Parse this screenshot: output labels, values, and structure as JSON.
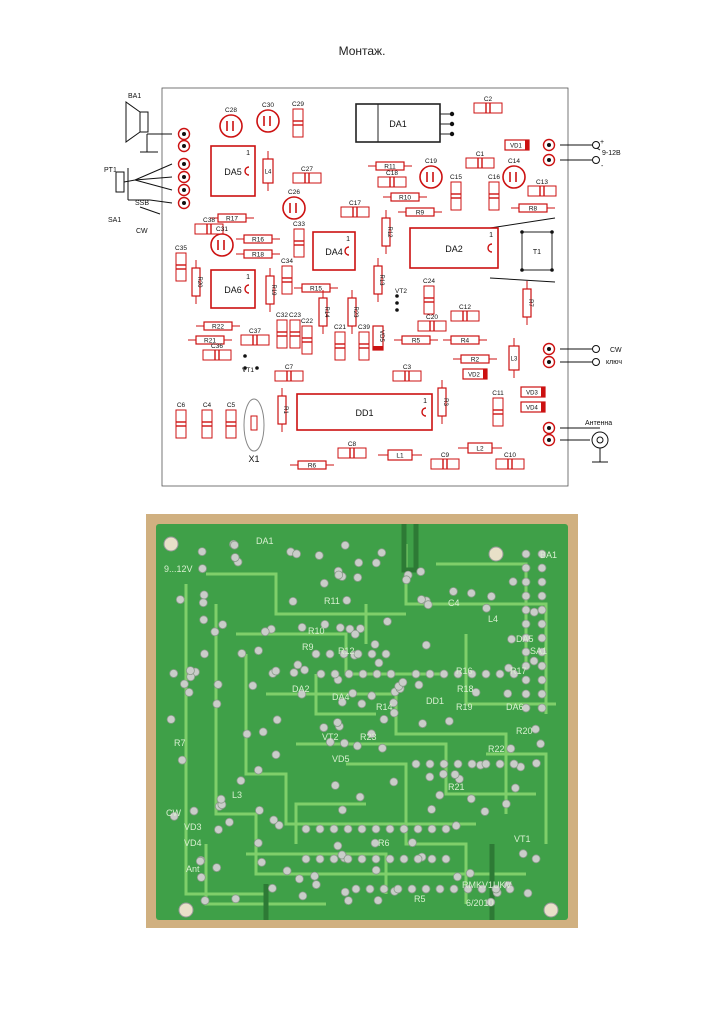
{
  "title": "Монтаж.",
  "layout": {
    "components": [
      {
        "ref": "R11",
        "type": "resistor"
      },
      {
        "ref": "R10",
        "type": "resistor"
      },
      {
        "ref": "R9",
        "type": "resistor"
      },
      {
        "ref": "R8",
        "type": "resistor"
      },
      {
        "ref": "R17",
        "type": "resistor"
      },
      {
        "ref": "R16",
        "type": "resistor"
      },
      {
        "ref": "R18",
        "type": "resistor"
      },
      {
        "ref": "R15",
        "type": "resistor"
      },
      {
        "ref": "R22",
        "type": "resistor"
      },
      {
        "ref": "R21",
        "type": "resistor"
      },
      {
        "ref": "R5",
        "type": "resistor"
      },
      {
        "ref": "R4",
        "type": "resistor"
      },
      {
        "ref": "R2",
        "type": "resistor"
      },
      {
        "ref": "R6",
        "type": "resistor"
      },
      {
        "ref": "R12",
        "type": "resistor"
      },
      {
        "ref": "R13",
        "type": "resistor"
      },
      {
        "ref": "R14",
        "type": "resistor"
      },
      {
        "ref": "R23",
        "type": "resistor"
      },
      {
        "ref": "R7",
        "type": "resistor"
      },
      {
        "ref": "R1",
        "type": "resistor"
      },
      {
        "ref": "R3",
        "type": "resistor"
      },
      {
        "ref": "R19",
        "type": "resistor"
      },
      {
        "ref": "R20",
        "type": "resistor"
      },
      {
        "ref": "C2",
        "type": "capacitor"
      },
      {
        "ref": "C1",
        "type": "capacitor"
      },
      {
        "ref": "C13",
        "type": "capacitor"
      },
      {
        "ref": "C16",
        "type": "capacitor"
      },
      {
        "ref": "C15",
        "type": "capacitor"
      },
      {
        "ref": "C27",
        "type": "capacitor"
      },
      {
        "ref": "C17",
        "type": "capacitor"
      },
      {
        "ref": "C29",
        "type": "capacitor"
      },
      {
        "ref": "C38",
        "type": "capacitor"
      },
      {
        "ref": "C33",
        "type": "capacitor"
      },
      {
        "ref": "C35",
        "type": "capacitor"
      },
      {
        "ref": "C34",
        "type": "capacitor"
      },
      {
        "ref": "C24",
        "type": "capacitor"
      },
      {
        "ref": "C12",
        "type": "capacitor"
      },
      {
        "ref": "C37",
        "type": "capacitor"
      },
      {
        "ref": "C32",
        "type": "capacitor"
      },
      {
        "ref": "C22",
        "type": "capacitor"
      },
      {
        "ref": "C23",
        "type": "capacitor"
      },
      {
        "ref": "C21",
        "type": "capacitor"
      },
      {
        "ref": "C39",
        "type": "capacitor"
      },
      {
        "ref": "C20",
        "type": "capacitor"
      },
      {
        "ref": "C36",
        "type": "capacitor"
      },
      {
        "ref": "C7",
        "type": "capacitor"
      },
      {
        "ref": "C3",
        "type": "capacitor"
      },
      {
        "ref": "C6",
        "type": "capacitor"
      },
      {
        "ref": "C4",
        "type": "capacitor"
      },
      {
        "ref": "C5",
        "type": "capacitor"
      },
      {
        "ref": "C11",
        "type": "capacitor"
      },
      {
        "ref": "C8",
        "type": "capacitor"
      },
      {
        "ref": "C9",
        "type": "capacitor"
      },
      {
        "ref": "C10",
        "type": "capacitor"
      },
      {
        "ref": "C18",
        "type": "capacitor"
      },
      {
        "ref": "C28",
        "type": "electrolytic"
      },
      {
        "ref": "C30",
        "type": "electrolytic"
      },
      {
        "ref": "C19",
        "type": "electrolytic"
      },
      {
        "ref": "C14",
        "type": "electrolytic"
      },
      {
        "ref": "C26",
        "type": "electrolytic"
      },
      {
        "ref": "C31",
        "type": "electrolytic"
      },
      {
        "ref": "DA1",
        "type": "ic"
      },
      {
        "ref": "DA5",
        "type": "ic"
      },
      {
        "ref": "DA4",
        "type": "ic"
      },
      {
        "ref": "DA2",
        "type": "ic"
      },
      {
        "ref": "DA6",
        "type": "ic"
      },
      {
        "ref": "DD1",
        "type": "ic"
      },
      {
        "ref": "VD1",
        "type": "diode"
      },
      {
        "ref": "VD2",
        "type": "diode"
      },
      {
        "ref": "VD3",
        "type": "diode"
      },
      {
        "ref": "VD4",
        "type": "diode"
      },
      {
        "ref": "VD5",
        "type": "diode"
      },
      {
        "ref": "L1",
        "type": "inductor"
      },
      {
        "ref": "L2",
        "type": "inductor"
      },
      {
        "ref": "L3",
        "type": "inductor"
      },
      {
        "ref": "L4",
        "type": "inductor"
      },
      {
        "ref": "T1",
        "type": "transformer"
      },
      {
        "ref": "X1",
        "type": "crystal"
      },
      {
        "ref": "VT1",
        "type": "transistor"
      },
      {
        "ref": "VT2",
        "type": "transistor"
      }
    ],
    "connectors": {
      "BA1": "BA1",
      "PT1": "PT1",
      "SA1": "SA1",
      "SSB": "SSB",
      "CW": "CW",
      "power": "9-12В",
      "power_plus": "+",
      "power_minus": "-",
      "cw_key_1": "CW",
      "cw_key_2": "ключ",
      "antenna": "Антенна"
    },
    "pin1": "1"
  },
  "photo": {
    "labels": [
      "DA1",
      "9...12V",
      "R11",
      "R10",
      "R9",
      "R12",
      "DA2",
      "R7",
      "L3",
      "CW",
      "VD3",
      "VD4",
      "Ant",
      "R5",
      "VD5",
      "VT2",
      "R23",
      "R14",
      "DA4",
      "DD1",
      "R6",
      "R16",
      "R18",
      "R19",
      "DA6",
      "R20",
      "R22",
      "R21",
      "VT1",
      "C4",
      "L4",
      "DA5",
      "R17",
      "SA1",
      "BA1",
      "RMKV1UKV",
      "6/2010"
    ],
    "colors": {
      "board": "#3fa048",
      "trace": "#7fcf6a",
      "pad": "#c9cdc9",
      "frame": "#d0b080"
    }
  },
  "colors": {
    "component": "#cc1111",
    "wire": "#111111"
  }
}
